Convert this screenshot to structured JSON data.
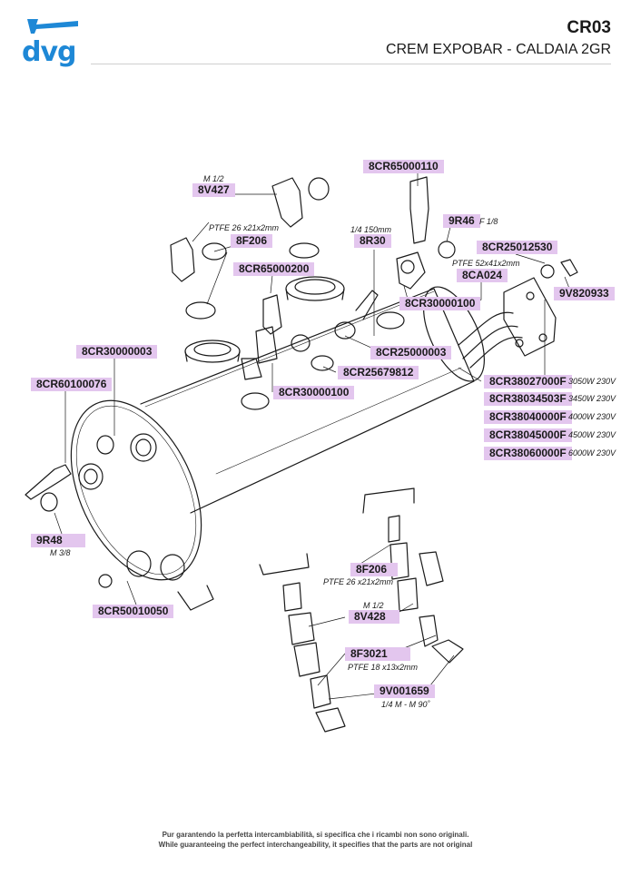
{
  "header": {
    "code": "CR03",
    "title": "CREM EXPOBAR - CALDAIA 2GR",
    "logo_text": "dvg"
  },
  "colors": {
    "accent": "#1e88d6",
    "label_bg": "#e3c6ee"
  },
  "labels": {
    "l1": "8CR65000110",
    "l2": "8V427",
    "l3": "9R46",
    "l4": "8R30",
    "l5": "8F206",
    "l6": "8CR25012530",
    "l7": "8CR65000200",
    "l8": "8CA024",
    "l9": "9V820933",
    "l10": "8CR30000100",
    "l11": "8CR30000003",
    "l12": "8CR25000003",
    "l13": "8CR25679812",
    "l14": "8CR60100076",
    "l15": "8CR30000100",
    "l16": "8CR38027000F",
    "l17": "8CR38034503F",
    "l18": "8CR38040000F",
    "l19": "8CR38045000F",
    "l20": "8CR38060000F",
    "l21": "9R48",
    "l22": "8F206",
    "l23": "8V428",
    "l24": "8F3021",
    "l25": "8CR50010050",
    "l26": "9V001659"
  },
  "sublabels": {
    "s1": "M 1/2",
    "s2": "PTFE 26 x21x2mm",
    "s3": "1/4 150mm",
    "s4": "F 1/8",
    "s5": "PTFE 52x41x2mm",
    "s6": "M 3/8",
    "s7": "PTFE 26 x21x2mm",
    "s8": "M 1/2",
    "s9": "PTFE 18 x13x2mm",
    "s10": "1/4 M - M 90˚"
  },
  "specs": {
    "p1": "3050W 230V",
    "p2": "3450W 230V",
    "p3": "4000W 230V",
    "p4": "4500W 230V",
    "p5": "6000W 230V"
  },
  "footer": {
    "line1": "Pur garantendo la perfetta intercambiabilità, si specifica che i ricambi non sono originali.",
    "line2": "While guaranteeing the perfect interchangeability, it specifies that the parts are not original"
  }
}
